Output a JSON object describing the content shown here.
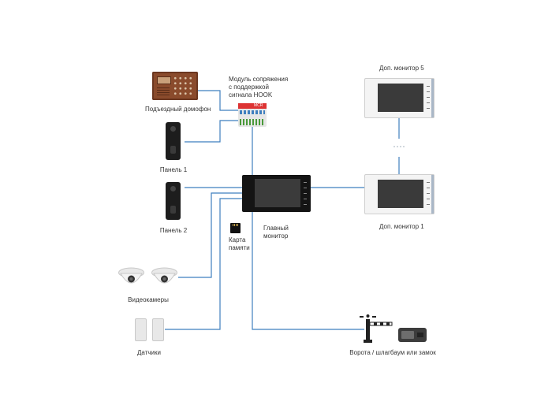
{
  "labels": {
    "entrance_intercom": "Подъездный домофон",
    "module": [
      "Модуль сопряжения",
      "с поддержкой",
      "сигнала HOOK"
    ],
    "module_tag": "MCR",
    "panel1": "Панель 1",
    "panel2": "Панель 2",
    "extra_monitor5": "Доп. монитор 5",
    "extra_monitor1": "Доп. монитор 1",
    "main_monitor": [
      "Главный",
      "монитор"
    ],
    "memory_card": [
      "Карта",
      "памяти"
    ],
    "cameras": "Видеокамеры",
    "sensors": "Датчики",
    "gate": "Ворота / шлагбаум или замок"
  },
  "colors": {
    "wire": "#3f7fbf",
    "intercom": "#8a4b2c",
    "monitor_dark": "#141414",
    "monitor_light": "#f4f4f4"
  }
}
